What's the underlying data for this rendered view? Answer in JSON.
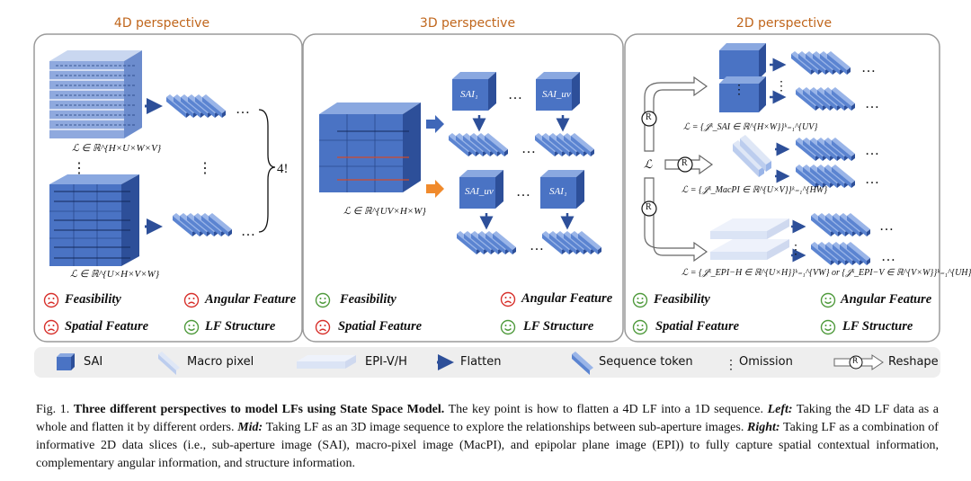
{
  "panels": {
    "p4d": {
      "title": "4D perspective",
      "formula_top": "ℒ ∈ ℝ^{H×U×W×V}",
      "formula_bottom": "ℒ ∈ ℝ^{U×H×V×W}",
      "factorial": "4!",
      "features": {
        "feasibility": {
          "label": "Feasibility",
          "mood": "sad"
        },
        "angular": {
          "label": "Angular Feature",
          "mood": "sad"
        },
        "spatial": {
          "label": "Spatial Feature",
          "mood": "sad"
        },
        "structure": {
          "label": "LF Structure",
          "mood": "happy"
        }
      }
    },
    "p3d": {
      "title": "3D perspective",
      "formula": "ℒ ∈ ℝ^{UV×H×W}",
      "sai_1": "SAI₁",
      "sai_uv": "SAI_uv",
      "features": {
        "feasibility": {
          "label": "Feasibility",
          "mood": "happy"
        },
        "angular": {
          "label": "Angular Feature",
          "mood": "sad"
        },
        "spatial": {
          "label": "Spatial Feature",
          "mood": "sad"
        },
        "structure": {
          "label": "LF Structure",
          "mood": "happy"
        }
      }
    },
    "p2d": {
      "title": "2D perspective",
      "symbol": "ℒ",
      "reshape_symbol": "R",
      "formula_sai": "ℒ = {𝒥ᵏ_SAI ∈ ℝ^{H×W}}ᵏ₌₁^{UV}",
      "formula_macpi": "ℒ = {𝒥ᵏ_MacPI ∈ ℝ^{U×V}}ᵏ₌₁^{HW}",
      "formula_epi": "ℒ = {𝒥ᵏ_EPI−H ∈ ℝ^{U×H}}ᵏ₌₁^{VW} or {𝒥ᵏ_EPI−V ∈ ℝ^{V×W}}ᵏ₌₁^{UH}",
      "features": {
        "feasibility": {
          "label": "Feasibility",
          "mood": "happy"
        },
        "angular": {
          "label": "Angular Feature",
          "mood": "happy"
        },
        "spatial": {
          "label": "Spatial Feature",
          "mood": "happy"
        },
        "structure": {
          "label": "LF Structure",
          "mood": "happy"
        }
      }
    }
  },
  "legend": {
    "sai": "SAI",
    "macro": "Macro pixel",
    "epi": "EPI-V/H",
    "flatten": "Flatten",
    "token": "Sequence token",
    "omission": "Omission",
    "reshape": "Reshape",
    "reshape_symbol": "R"
  },
  "caption": {
    "prefix": "Fig. 1.",
    "title": "Three different perspectives to model LFs using State Space Model.",
    "s1": " The key point is how to flatten a 4D LF into a 1D sequence. ",
    "left_label": "Left:",
    "s2": " Taking the 4D LF data as a whole and flatten it by different orders. ",
    "mid_label": "Mid:",
    "s3": " Taking LF as an 3D image sequence to explore the relationships between sub-aperture images. ",
    "right_label": "Right:",
    "s4": " Taking LF as a combination of informative 2D data slices (i.e., sub-aperture image (SAI), macro-pixel image (MacPI), and epipolar plane image (EPI)) to fully capture spatial contextual information, complementary angular information, and structure information."
  },
  "colors": {
    "title": "#c0661c",
    "cube_front": "#4a73c4",
    "cube_top": "#8aa8e0",
    "cube_side": "#2d4f99",
    "token": "#5b84d1",
    "arrow_blue": "#3f67b8",
    "arrow_orange": "#f08a2c",
    "sad": "#d7302b",
    "happy": "#4f9a3c",
    "panel_border": "#9a9a9a",
    "legend_bg": "#eeeeee"
  }
}
